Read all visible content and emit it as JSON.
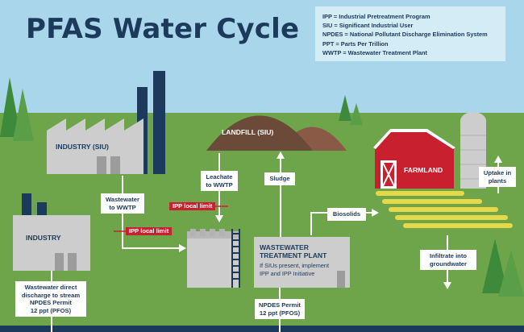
{
  "title": "PFAS Water Cycle",
  "legend": [
    "IPP = Industrial Pretreatment Program",
    "SIU = Significant Industrial User",
    "NPDES = National Pollutant Discharge Elimination System",
    "PPT = Parts Per Trillion",
    "WWTP = Wastewater Treatment Plant"
  ],
  "buildings": {
    "industry_siu": "INDUSTRY (SIU)",
    "industry": "INDUSTRY",
    "landfill": "LANDFILL (SIU)",
    "farmland": "FARMLAND",
    "wwtp_title_1": "WASTEWATER",
    "wwtp_title_2": "TREATMENT PLANT",
    "wwtp_note_1": "If SIUs present, implement",
    "wwtp_note_2": "IPP and IPP Initiative"
  },
  "labels": {
    "leachate_1": "Leachate",
    "leachate_2": "to WWTP",
    "wastewater_1": "Wastewater",
    "wastewater_2": "to WWTP",
    "sludge": "Sludge",
    "biosolids": "Biosolids",
    "uptake_1": "Uptake in",
    "uptake_2": "plants",
    "infiltrate_1": "Infiltrate into",
    "infiltrate_2": "groundwater",
    "direct_1": "Wastewater direct",
    "direct_2": "discharge to stream",
    "direct_3": "NPDES Permit",
    "direct_4": "12 ppt (PFOS)",
    "npdes_1": "NPDES Permit",
    "npdes_2": "12 ppt (PFOS)",
    "ipp_limit_a": "IPP local limit",
    "ipp_limit_b": "IPP local limit"
  },
  "colors": {
    "sky": "#a9d6ea",
    "grass": "#6ea54a",
    "navy": "#1b3a5c",
    "building": "#cdcdcd",
    "landfill": "#6b4a3a",
    "barn": "#c8202f",
    "field": "#e7d84a",
    "tree": "#3e8a3b",
    "limit_red": "#c8202f"
  }
}
